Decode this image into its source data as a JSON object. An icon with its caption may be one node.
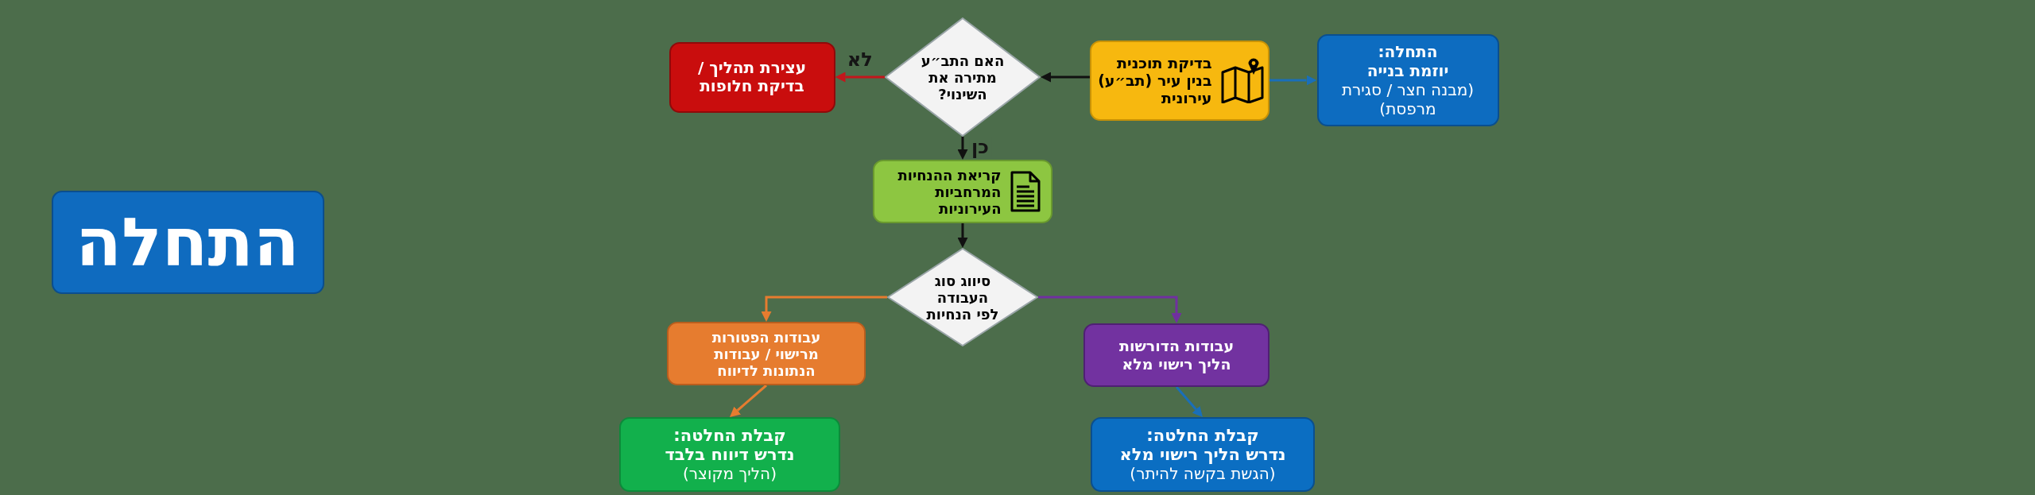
{
  "diagram": {
    "nodes": [
      {
        "text": [
          "התחלה"
        ]
      },
      {
        "text": [
          "התחלה:",
          "יוזמת בנייה",
          "(מבנה חצר / סגירת מרפסת)"
        ]
      },
      {
        "text": [
          "בדיקת תוכנית בנין עיר (תב״ע) עירונית"
        ]
      },
      {
        "text": [
          "האם התב״ע מתירה את השינוי?"
        ]
      },
      {
        "text": [
          "עצירת תהליך / בדיקת חלופות"
        ]
      },
      {
        "text": [
          "קריאת ההנחיות המרחביות העירוניות"
        ]
      },
      {
        "text": [
          "סיווג סוג העבודה לפי הנחיות"
        ]
      },
      {
        "text": [
          "עבודות הפטורות מרישוי / עבודות הנתונות לדיווח"
        ]
      },
      {
        "text": [
          "עבודות הדורשות הליך רישוי מלא"
        ]
      },
      {
        "text": [
          "קבלת החלטה:",
          "נדרש דיווח בלבד",
          "(הליך מקוצר)"
        ]
      },
      {
        "text": [
          "קבלת החלטה:",
          "נדרש הליך רישוי מלא",
          "(הגשת בקשה להיתר)"
        ]
      }
    ],
    "edges": [
      {
        "from": 2,
        "to": 1,
        "arrow": "to",
        "color": "#1a6fb8"
      },
      {
        "from": 2,
        "to": 3,
        "arrow": "to"
      },
      {
        "from": 3,
        "to": 4,
        "arrow": "to",
        "label": "לא",
        "color": "#c4161c"
      },
      {
        "from": 3,
        "to": 5,
        "arrow": "to",
        "label": "כן"
      },
      {
        "from": 5,
        "to": 6,
        "arrow": "to"
      },
      {
        "from": 6,
        "to": 7,
        "arrow": "to",
        "color": "#e67c2f"
      },
      {
        "from": 6,
        "to": 8,
        "arrow": "to",
        "color": "#7030a0"
      },
      {
        "from": 7,
        "to": 9,
        "arrow": "to",
        "color": "#e67c2f"
      },
      {
        "from": 8,
        "to": 10,
        "arrow": "to",
        "color": "#1a6fb8"
      }
    ]
  }
}
